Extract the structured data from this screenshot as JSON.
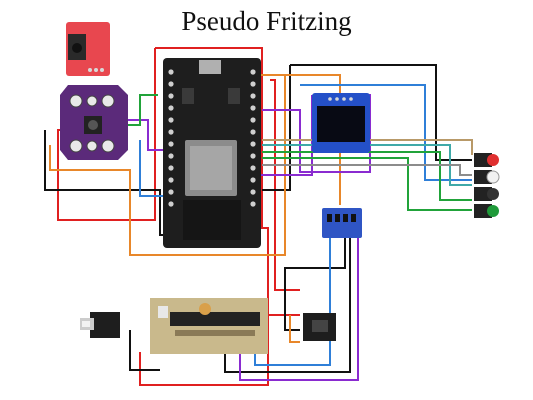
{
  "title": "Pseudo Fritzing",
  "colors": {
    "red": "#e02020",
    "black": "#111111",
    "orange": "#e8872a",
    "purple": "#8a2bd0",
    "blue": "#2f7fd8",
    "green": "#21a33a",
    "teal": "#3fa9a8",
    "gray": "#8c8c8c",
    "tan": "#b89968",
    "board_black": "#1e1e1e",
    "amp_purple": "#5b2a7a",
    "audio_jack_red": "#e8474f",
    "oled_blue": "#2450c8",
    "level_shifter_blue": "#2f55c4",
    "protoboard": "#c9b98c",
    "button_red": "#e03030",
    "button_white": "#f2f2f2",
    "button_black": "#222222",
    "button_green": "#1f9a3a"
  },
  "components": [
    {
      "id": "audio-jack",
      "icon": "audio-jack-breakout"
    },
    {
      "id": "audio-amp",
      "icon": "amplifier-board"
    },
    {
      "id": "esp32-devkit",
      "icon": "microcontroller-board"
    },
    {
      "id": "oled-display",
      "icon": "oled-screen"
    },
    {
      "id": "level-shifter",
      "icon": "level-shifter-board"
    },
    {
      "id": "push-buttons",
      "icon": "tactile-buttons",
      "buttons": [
        "red",
        "white",
        "black",
        "green"
      ]
    },
    {
      "id": "ir-receiver",
      "icon": "ir-sensor-module"
    },
    {
      "id": "protoboard-mcu",
      "icon": "microcontroller-chip"
    },
    {
      "id": "rtc-module",
      "icon": "sensor-module"
    }
  ]
}
